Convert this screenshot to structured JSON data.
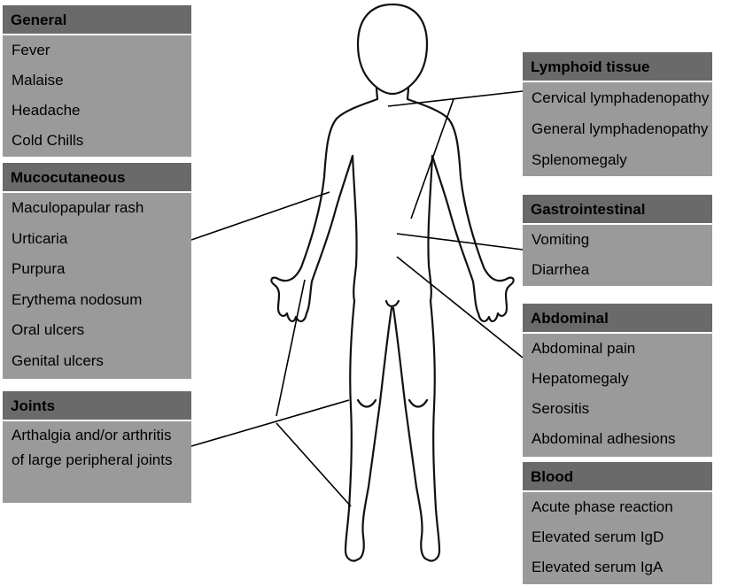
{
  "colors": {
    "header": "#6a6a6a",
    "body": "#9a9a9a",
    "line": "#000000",
    "background": "#ffffff"
  },
  "figure_image": "human-body-outline",
  "categories": {
    "general": {
      "title": "General",
      "items": [
        "Fever",
        "Malaise",
        "Headache",
        "Cold Chills"
      ]
    },
    "mucocutaneous": {
      "title": "Mucocutaneous",
      "items": [
        "Maculopapular rash",
        "Urticaria",
        "Purpura",
        "Erythema nodosum",
        "Oral ulcers",
        "Genital ulcers"
      ]
    },
    "joints": {
      "title": "Joints",
      "items": [
        "Arthalgia and/or arthritis of large peripheral joints"
      ]
    },
    "lymphoid": {
      "title": "Lymphoid tissue",
      "items": [
        "Cervical lymphadenopathy",
        "General lymphadenopathy",
        "Splenomegaly"
      ]
    },
    "gastrointestinal": {
      "title": "Gastrointestinal",
      "items": [
        "Vomiting",
        "Diarrhea"
      ]
    },
    "abdominal": {
      "title": "Abdominal",
      "items": [
        "Abdominal pain",
        "Hepatomegaly",
        "Serositis",
        "Abdominal adhesions"
      ]
    },
    "blood": {
      "title": "Blood",
      "items": [
        "Acute phase reaction",
        "Elevated serum IgD",
        "Elevated serum IgA"
      ]
    }
  }
}
